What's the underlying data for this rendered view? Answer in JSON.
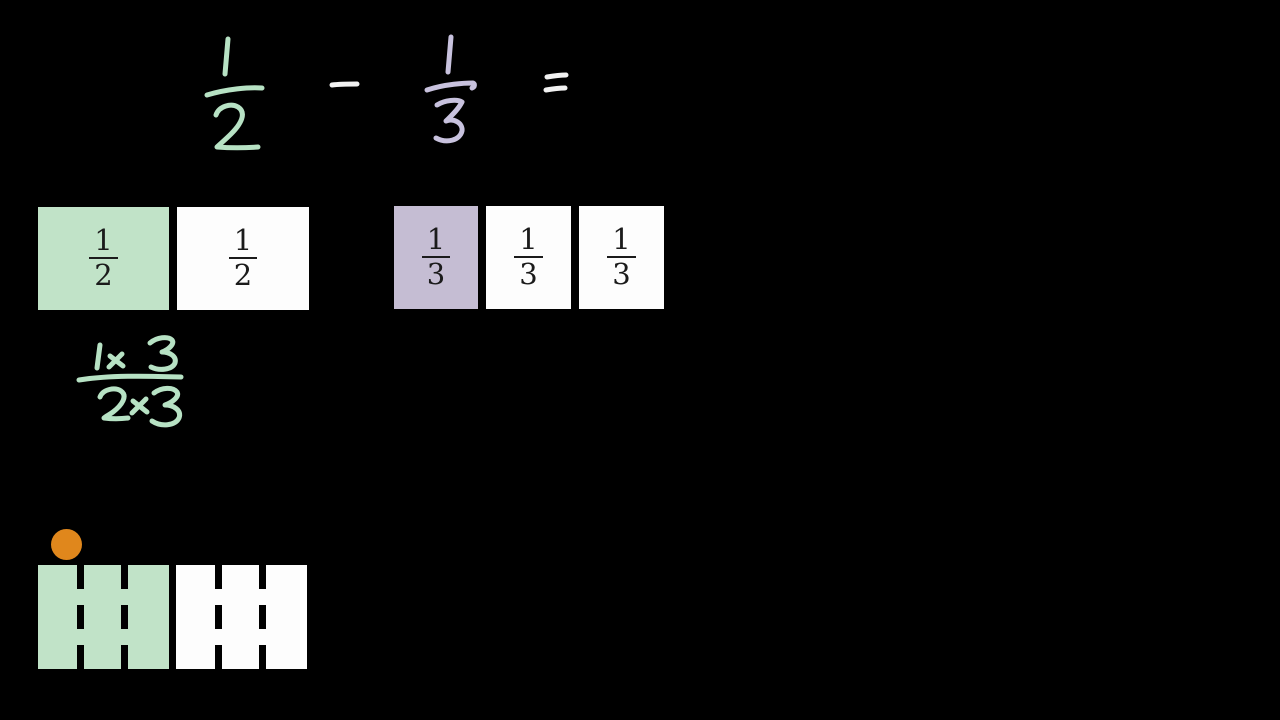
{
  "scene": {
    "background": "#000000",
    "ink_white": "#f2f2f2",
    "ink_green": "#b7e2c4",
    "ink_purple": "#c8c2de"
  },
  "equation": {
    "fraction1": {
      "numerator": "1",
      "denominator": "2",
      "label": "1/2",
      "color": "#b7e2c4"
    },
    "minus": "−",
    "fraction2": {
      "numerator": "1",
      "denominator": "3",
      "label": "1/3",
      "color": "#c8c2de"
    },
    "equals": "="
  },
  "halves_bar": {
    "text_color": "#1b1b1b",
    "cells": [
      {
        "numerator": "1",
        "denominator": "2",
        "fill": "#c1e3c8",
        "shaded": true
      },
      {
        "numerator": "1",
        "denominator": "2",
        "fill": "#fdfdfd",
        "shaded": false
      }
    ]
  },
  "thirds_bar": {
    "text_color": "#1b1b1b",
    "cells": [
      {
        "numerator": "1",
        "denominator": "3",
        "fill": "#c5bdd3",
        "shaded": true
      },
      {
        "numerator": "1",
        "denominator": "3",
        "fill": "#fdfdfd",
        "shaded": false
      },
      {
        "numerator": "1",
        "denominator": "3",
        "fill": "#fdfdfd",
        "shaded": false
      }
    ]
  },
  "work": {
    "numerator": "1×3",
    "denominator": "2×3",
    "label": "1×3 over 2×3",
    "color": "#b7e2c4"
  },
  "bottom_bar": {
    "marker_color": "#e0871c",
    "halves": [
      {
        "fill": "#c1e3c8",
        "shaded": true,
        "subdivisions": "3"
      },
      {
        "fill": "#fdfdfd",
        "shaded": false,
        "subdivisions": "3"
      }
    ]
  }
}
